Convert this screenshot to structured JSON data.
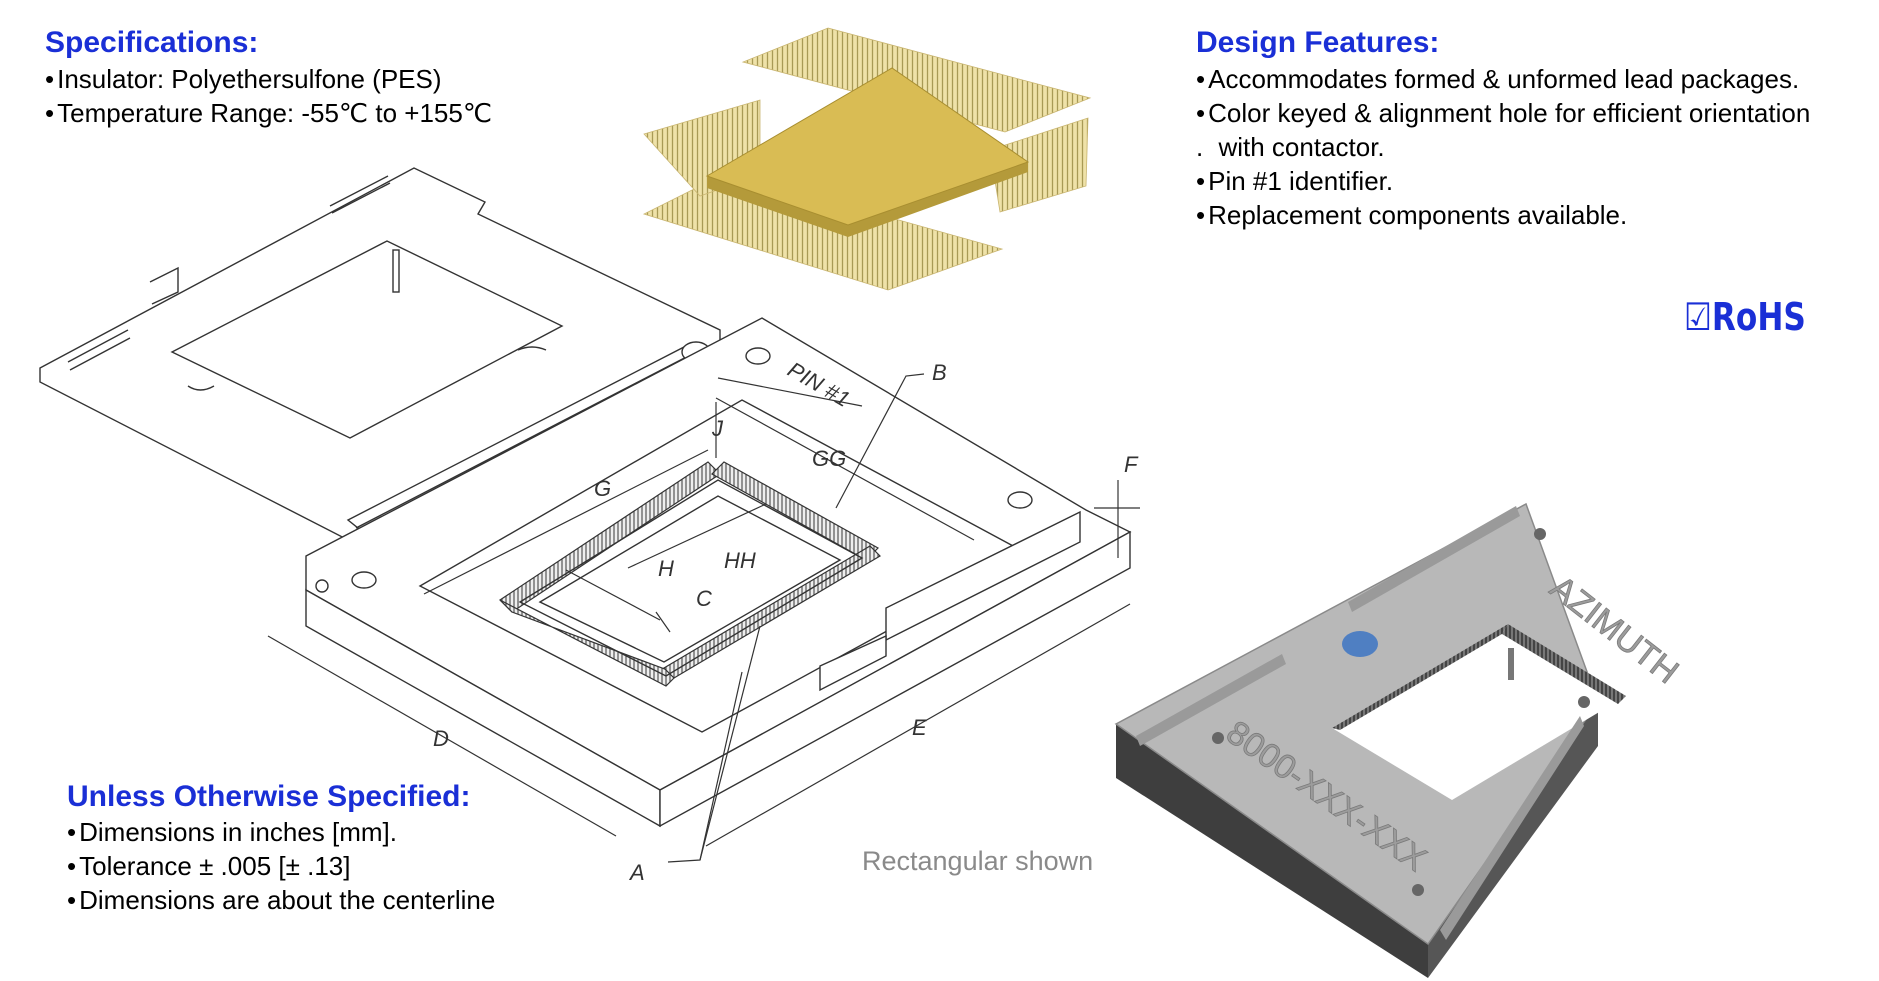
{
  "specifications": {
    "heading": "Specifications:",
    "items": [
      "Insulator: Polyethersulfone (PES)",
      "Temperature Range: -55℃ to +155℃"
    ]
  },
  "design_features": {
    "heading": "Design  Features:",
    "items": [
      "Accommodates formed & unformed lead packages.",
      "Color keyed & alignment hole for efficient orientation",
      " with contactor.",
      "Pin #1 identifier.",
      "Replacement components available."
    ]
  },
  "rohs": "☑RoHS",
  "unless_specified": {
    "heading": "Unless Otherwise Specified:",
    "items": [
      "Dimensions in inches [mm].",
      "Tolerance ± .005 [± .13]",
      "Dimensions are about the centerline"
    ]
  },
  "caption": "Rectangular shown",
  "drawing": {
    "pin_label": "PIN #1",
    "dimensions": {
      "a": "A",
      "b": "B",
      "c": "C",
      "d": "D",
      "e": "E",
      "f": "F",
      "g": "G",
      "gg": "GG",
      "h": "H",
      "hh": "HH",
      "j": "J"
    },
    "engraving_brand": "AZIMUTH",
    "engraving_part": "8000-XXX-XXX"
  },
  "colors": {
    "heading": "#1a2fd6",
    "chip": "#d9bc54",
    "socket_top": "#b8b8b8",
    "socket_side": "#3e3e3e",
    "alignment_hole": "#4f7fc2"
  }
}
